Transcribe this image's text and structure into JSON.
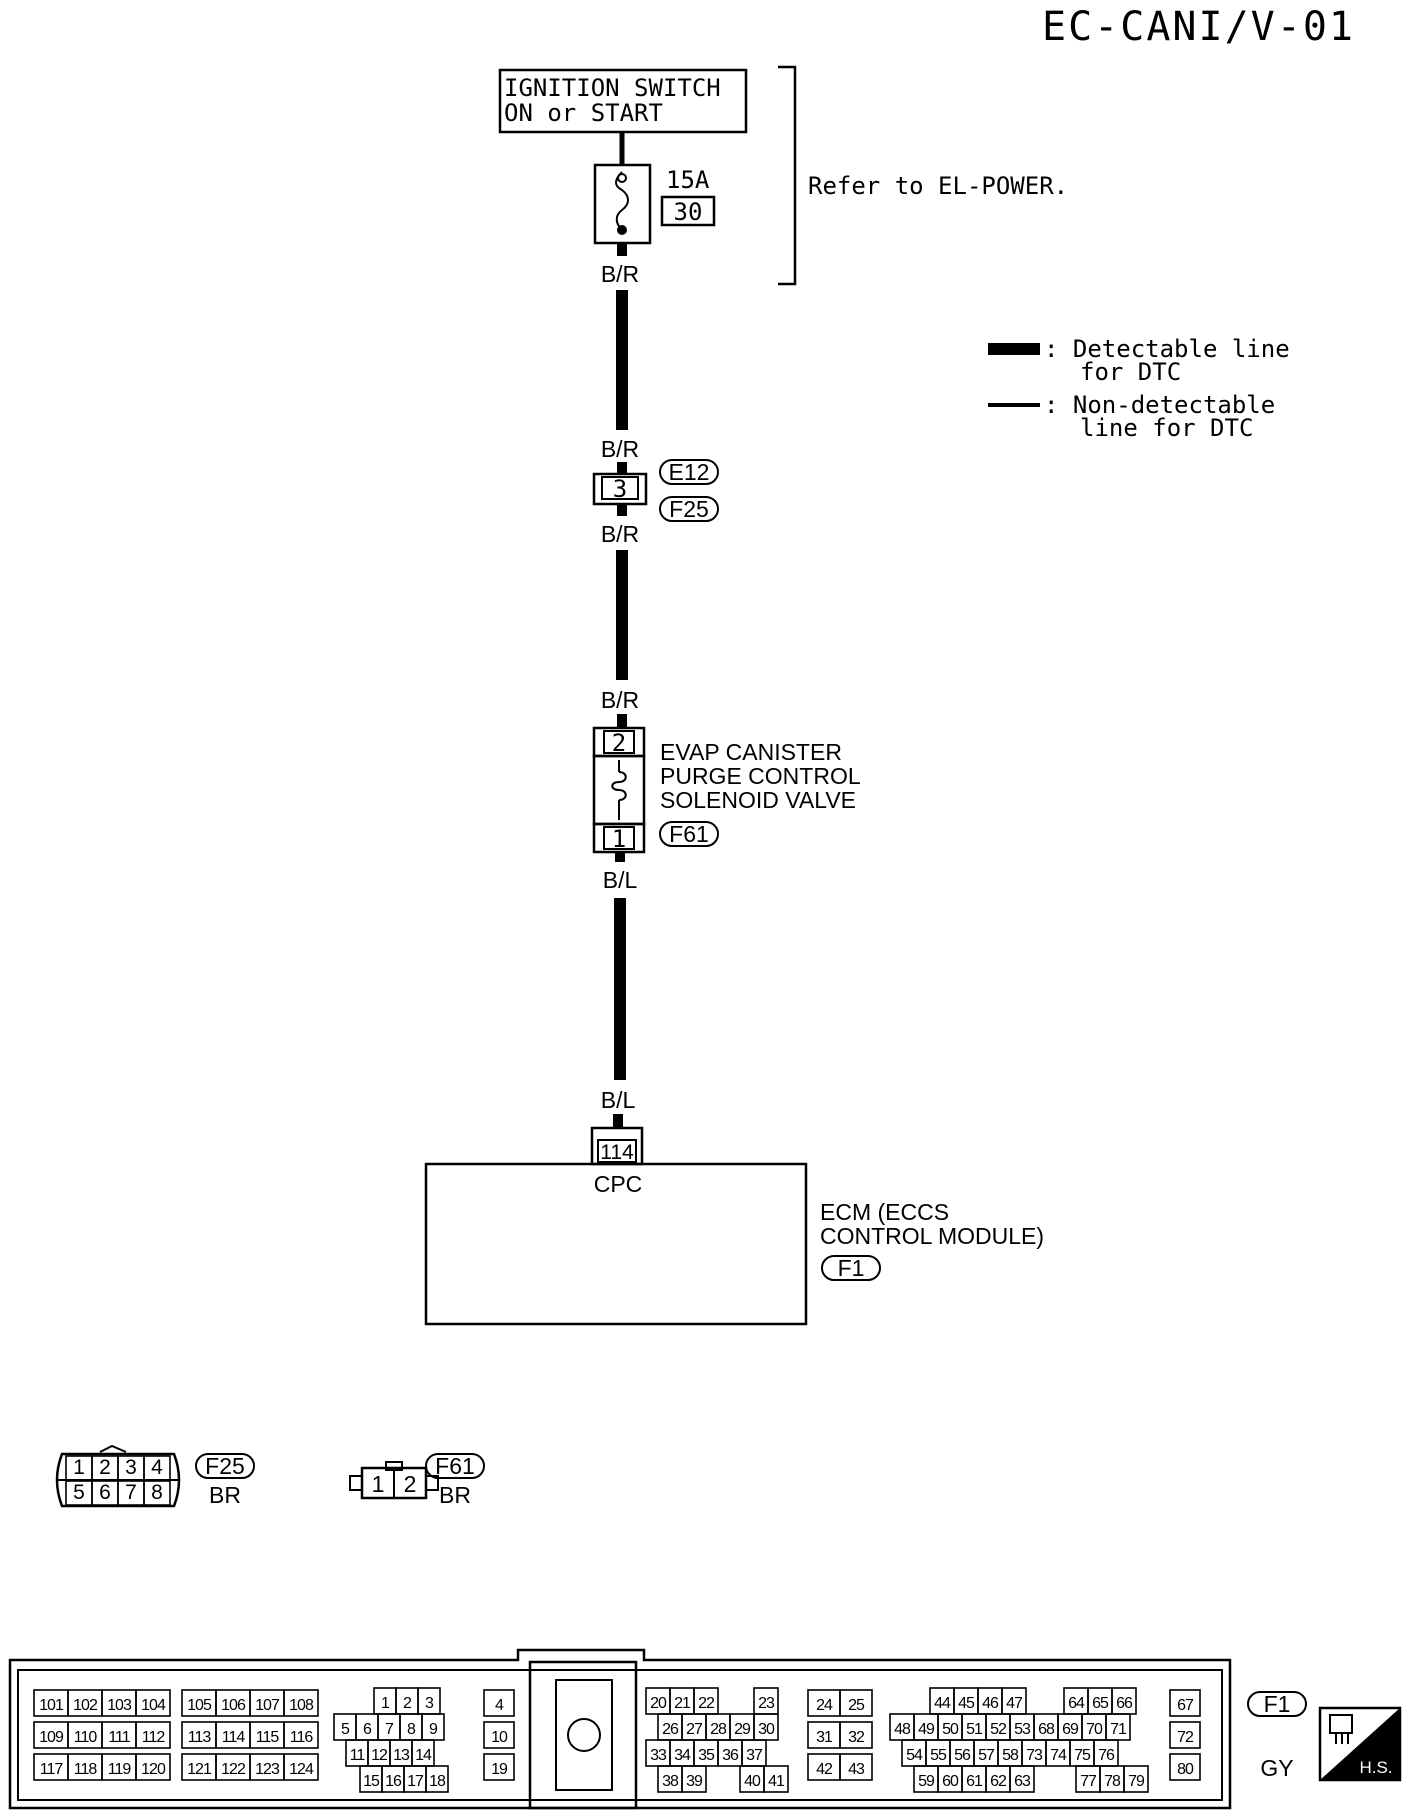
{
  "page_code": "EC-CANI/V-01",
  "ignition_switch": {
    "line1": "IGNITION SWITCH",
    "line2": "ON or START"
  },
  "fuse": {
    "rating": "15A",
    "number": "30"
  },
  "refer_note": "Refer to EL-POWER.",
  "legend": {
    "detectable": {
      "line1": ": Detectable line",
      "line2": "for DTC"
    },
    "non_detectable": {
      "line1": ": Non-detectable",
      "line2": "line for DTC"
    }
  },
  "wires": {
    "br_1": "B/R",
    "br_2": "B/R",
    "br_3": "B/R",
    "br_4": "B/R",
    "bl_1": "B/L",
    "bl_2": "B/L"
  },
  "junction": {
    "pin": "3",
    "conn_top": "E12",
    "conn_bottom": "F25"
  },
  "solenoid": {
    "line1": "EVAP CANISTER",
    "line2": "PURGE CONTROL",
    "line3": "SOLENOID VALVE",
    "pin_top": "2",
    "pin_bottom": "1",
    "connector": "F61"
  },
  "ecm": {
    "terminal": "114",
    "terminal_label": "CPC",
    "line1": "ECM (ECCS",
    "line2": "CONTROL MODULE)",
    "connector": "F1"
  },
  "connector_views": {
    "f25": {
      "id": "F25",
      "color": "BR",
      "row1": [
        "1",
        "2",
        "3",
        "4"
      ],
      "row2": [
        "5",
        "6",
        "7",
        "8"
      ]
    },
    "f61": {
      "id": "F61",
      "color": "BR",
      "pins": [
        "1",
        "2"
      ]
    },
    "f1": {
      "id": "F1",
      "color": "GY",
      "block1": [
        [
          "101",
          "102",
          "103",
          "104"
        ],
        [
          "109",
          "110",
          "111",
          "112"
        ],
        [
          "117",
          "118",
          "119",
          "120"
        ]
      ],
      "block2": [
        [
          "105",
          "106",
          "107",
          "108"
        ],
        [
          "113",
          "114",
          "115",
          "116"
        ],
        [
          "121",
          "122",
          "123",
          "124"
        ]
      ],
      "block3": [
        [
          "1",
          "2",
          "3"
        ],
        [
          "5",
          "6",
          "7",
          "8",
          "9"
        ],
        [
          "11",
          "12",
          "13",
          "14"
        ],
        [
          "15",
          "16",
          "17",
          "18"
        ]
      ],
      "block4": [
        "4",
        "10",
        "19"
      ],
      "block5": [
        [
          "20",
          "21",
          "22",
          "23"
        ],
        [
          "26",
          "27",
          "28",
          "29",
          "30"
        ],
        [
          "33",
          "34",
          "35",
          "36",
          "37"
        ],
        [
          "38",
          "39",
          "40",
          "41"
        ]
      ],
      "block6": [
        [
          "24",
          "25"
        ],
        [
          "31",
          "32"
        ],
        [
          "42",
          "43"
        ]
      ],
      "block7": [
        [
          "44",
          "45",
          "46",
          "47",
          "64",
          "65",
          "66"
        ],
        [
          "48",
          "49",
          "50",
          "51",
          "52",
          "53",
          "68",
          "69",
          "70",
          "71"
        ],
        [
          "54",
          "55",
          "56",
          "57",
          "58",
          "73",
          "74",
          "75",
          "76"
        ],
        [
          "59",
          "60",
          "61",
          "62",
          "63",
          "77",
          "78",
          "79"
        ]
      ],
      "block8": [
        "67",
        "72",
        "80"
      ]
    },
    "hs_label": "H.S."
  }
}
